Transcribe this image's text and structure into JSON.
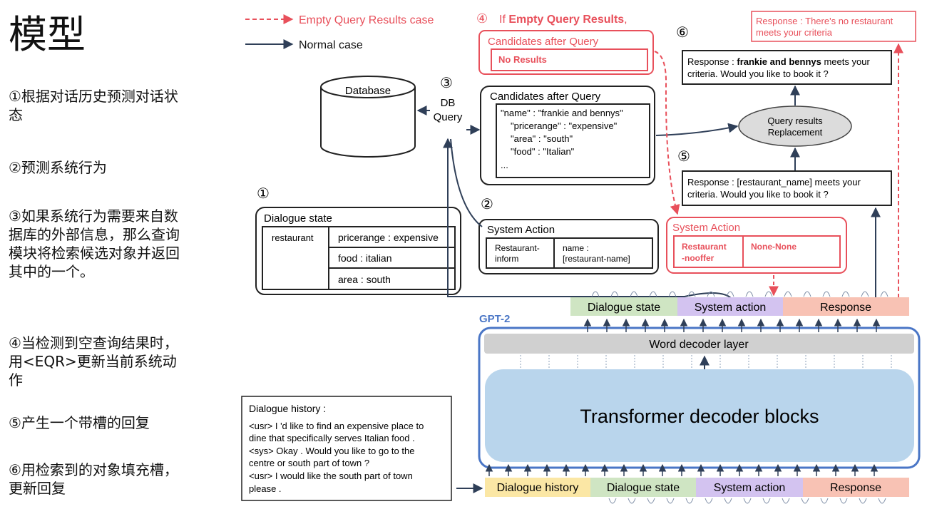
{
  "slide": {
    "title": "模型",
    "steps": [
      "①根据对话历史预测对话状态",
      "②预测系统行为",
      "③如果系统行为需要来自数据库的外部信息，那么查询模块将检索候选对象并返回其中的一个。",
      "④当检测到空查询结果时，用<EQR>更新当前系统动作",
      "⑤产生一个带槽的回复",
      "⑥用检索到的对象填充槽，更新回复"
    ]
  },
  "legend": {
    "empty_label": "Empty Query Results case",
    "normal_label": "Normal case"
  },
  "colors": {
    "red": "#e8505b",
    "navy": "#2f3f58",
    "green": "#cfe5c3",
    "purple": "#d3c3f0",
    "salmon": "#f8c2b4",
    "yellow": "#fbe7a5",
    "gpt_border": "#4a76c6",
    "transformer_fill": "#b9d5ec",
    "decoder_fill": "#d0d0d0"
  },
  "diagram": {
    "empty_header_num": "④",
    "empty_header_prefix": "If ",
    "empty_header_bold": "Empty Query Results",
    "empty_header_suffix": ",",
    "empty_candidates_title": "Candidates after Query",
    "empty_candidates_body": "No Results",
    "database_label": "Database",
    "step3_num": "③",
    "db_query_line1": "DB",
    "db_query_line2": "Query",
    "candidates_title": "Candidates after Query",
    "candidates_lines": [
      "\"name\" : \"frankie and bennys\"",
      "\"pricerange\" : \"expensive\"",
      "\"area\" : \"south\"",
      "\"food\" : \"Italian\"",
      "..."
    ],
    "step1_num": "①",
    "dialogue_state_title": "Dialogue state",
    "ds_domain": "restaurant",
    "ds_slots": [
      "pricerange : expensive",
      "food : italian",
      "area : south"
    ],
    "step2_num": "②",
    "system_action_title": "System Action",
    "sa_col1": [
      "Restaurant-",
      "inform"
    ],
    "sa_col2": [
      "name :",
      "[restaurant-name]"
    ],
    "red_system_action_title": "System Action",
    "red_sa_col1": [
      "Restaurant",
      "-nooffer"
    ],
    "red_sa_col2": "None-None",
    "step6_num": "⑥",
    "red_response": [
      "Response : There's no restaurant",
      "meets your criteria"
    ],
    "final_response_prefix": "Response : ",
    "final_response_bold": "frankie and bennys",
    "final_response_suffix": " meets your",
    "final_response_line2": "criteria. Would you like to book it ?",
    "replacement": [
      "Query results",
      "Replacement"
    ],
    "step5_num": "⑤",
    "slot_response": [
      "Response : [restaurant_name] meets your",
      "criteria. Would you like to book it ?"
    ],
    "gpt2_label": "GPT-2",
    "top_tokens": [
      "Dialogue state",
      "System action",
      "Response"
    ],
    "word_decoder": "Word decoder layer",
    "transformer": "Transformer decoder blocks",
    "bottom_tokens": [
      "Dialogue history",
      "Dialogue state",
      "System action",
      "Response"
    ],
    "history_title": "Dialogue history :",
    "history_lines": [
      "<usr> I 'd like to find an expensive place to",
      "dine that specifically serves Italian food .",
      "<sys> Okay . Would you like to go to the",
      "centre or south part of town ?",
      "<usr> I would like the south part of town",
      "please ."
    ]
  }
}
